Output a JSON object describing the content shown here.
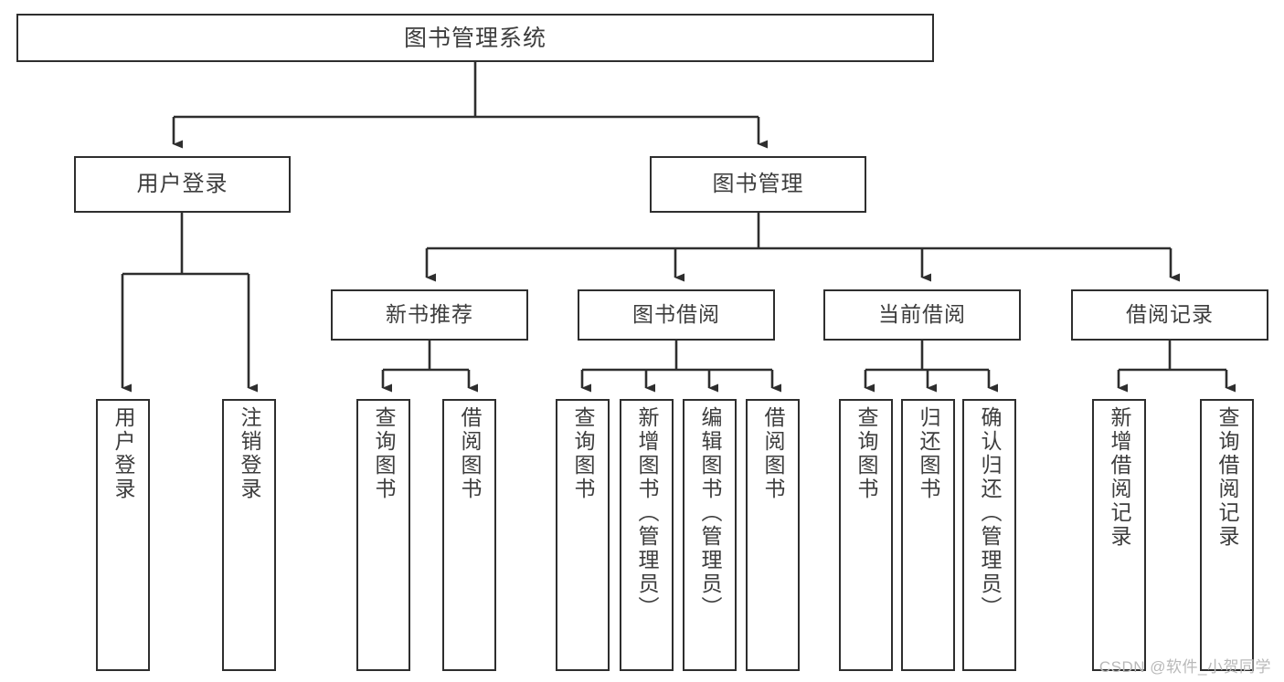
{
  "diagram": {
    "type": "tree-hierarchy",
    "title": "图书管理系统",
    "root": {
      "id": "root",
      "label": "图书管理系统"
    },
    "level2": [
      {
        "id": "user-login",
        "label": "用户登录"
      },
      {
        "id": "book-manage",
        "label": "图书管理"
      }
    ],
    "level3": [
      {
        "id": "new-book-recommend",
        "label": "新书推荐",
        "parent": "book-manage"
      },
      {
        "id": "book-borrow",
        "label": "图书借阅",
        "parent": "book-manage"
      },
      {
        "id": "current-borrow",
        "label": "当前借阅",
        "parent": "book-manage"
      },
      {
        "id": "borrow-record",
        "label": "借阅记录",
        "parent": "book-manage"
      }
    ],
    "leaves": [
      {
        "id": "leaf-user-login",
        "label": "用户登录",
        "parent": "user-login"
      },
      {
        "id": "leaf-logout-login",
        "label": "注销登录",
        "parent": "user-login"
      },
      {
        "id": "leaf-query-book-1",
        "label": "查询图书",
        "parent": "new-book-recommend"
      },
      {
        "id": "leaf-borrow-book-1",
        "label": "借阅图书",
        "parent": "new-book-recommend"
      },
      {
        "id": "leaf-query-book-2",
        "label": "查询图书",
        "parent": "book-borrow"
      },
      {
        "id": "leaf-add-book",
        "label": "新增图书（管理员）",
        "parent": "book-borrow"
      },
      {
        "id": "leaf-edit-book",
        "label": "编辑图书（管理员）",
        "parent": "book-borrow"
      },
      {
        "id": "leaf-borrow-book-2",
        "label": "借阅图书",
        "parent": "book-borrow"
      },
      {
        "id": "leaf-query-book-3",
        "label": "查询图书",
        "parent": "current-borrow"
      },
      {
        "id": "leaf-return-book",
        "label": "归还图书",
        "parent": "current-borrow"
      },
      {
        "id": "leaf-confirm-return",
        "label": "确认归还（管理员）",
        "parent": "current-borrow"
      },
      {
        "id": "leaf-add-record",
        "label": "新增借阅记录",
        "parent": "borrow-record"
      },
      {
        "id": "leaf-query-record",
        "label": "查询借阅记录",
        "parent": "borrow-record"
      }
    ],
    "colors": {
      "stroke": "#2e2e2e",
      "fill": "#ffffff",
      "text": "#3d3d3d",
      "watermark": "#b9b9b9"
    }
  },
  "watermark": {
    "text": "CSDN @软件_小贺同学"
  }
}
